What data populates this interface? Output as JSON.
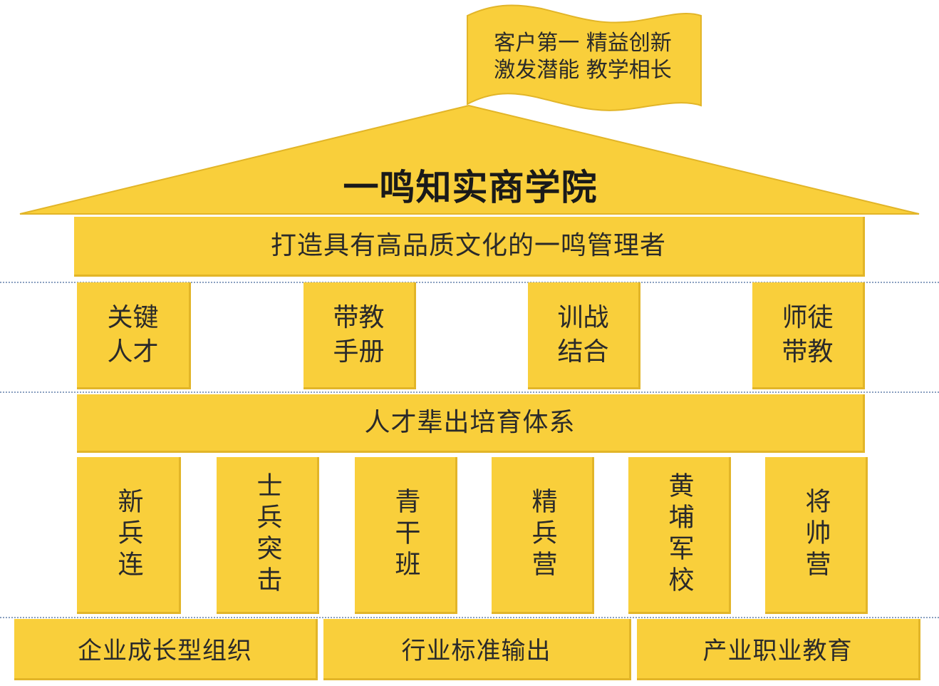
{
  "flag": {
    "line1": "客户第一  精益创新",
    "line2": "激发潜能  教学相长"
  },
  "roof": {
    "title": "一鸣知实商学院"
  },
  "top_beam": {
    "label": "打造具有高品质文化的一鸣管理者"
  },
  "upper_pillars": [
    {
      "line1": "关键",
      "line2": "人才"
    },
    {
      "line1": "带教",
      "line2": "手册"
    },
    {
      "line1": "训战",
      "line2": "结合"
    },
    {
      "line1": "师徒",
      "line2": "带教"
    }
  ],
  "middle_beam": {
    "label": "人才辈出培育体系"
  },
  "lower_columns": [
    {
      "label": "新兵连"
    },
    {
      "label": "士兵突击"
    },
    {
      "label": "青干班"
    },
    {
      "label": "精兵营"
    },
    {
      "label": "黄埔军校"
    },
    {
      "label": "将帅营"
    }
  ],
  "foundation": [
    {
      "label": "企业成长型组织"
    },
    {
      "label": "行业标准输出"
    },
    {
      "label": "产业职业教育"
    }
  ],
  "colors": {
    "fill": "#f9cf3b",
    "edge": "#e2b528",
    "guide_line": "#8aa0c0"
  }
}
